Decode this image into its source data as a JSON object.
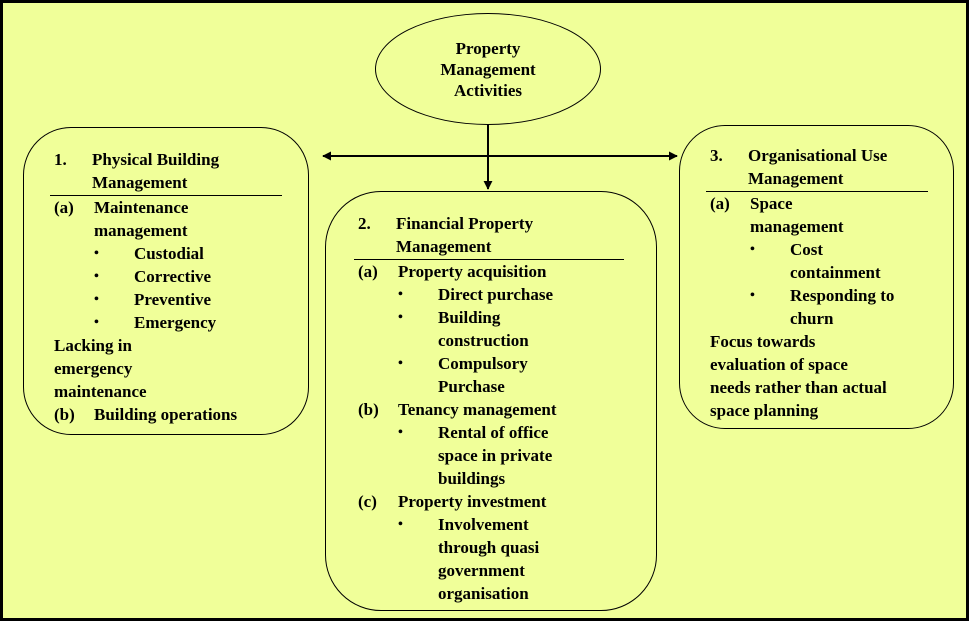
{
  "center": {
    "lines": [
      "Property",
      "Management",
      "Activities"
    ]
  },
  "box1": {
    "number": "1.",
    "title": [
      "Physical Building",
      "Management"
    ],
    "sections": [
      {
        "label": "(a)",
        "lines": [
          "Maintenance",
          "management"
        ],
        "bullets": [
          [
            "Custodial"
          ],
          [
            "Corrective"
          ],
          [
            "Preventive"
          ],
          [
            "Emergency"
          ]
        ]
      }
    ],
    "note": [
      "Lacking in",
      "emergency",
      "maintenance"
    ],
    "sections_after": [
      {
        "label": "(b)",
        "lines": [
          "Building operations"
        ],
        "bullets": []
      }
    ]
  },
  "box2": {
    "number": "2.",
    "title": [
      "Financial Property",
      "Management"
    ],
    "sections": [
      {
        "label": "(a)",
        "lines": [
          "Property acquisition"
        ],
        "bullets": [
          [
            "Direct purchase"
          ],
          [
            "Building",
            "construction"
          ],
          [
            "Compulsory",
            "Purchase"
          ]
        ]
      },
      {
        "label": "(b)",
        "lines": [
          "Tenancy management"
        ],
        "bullets": [
          [
            "Rental of office",
            "space in private",
            "buildings"
          ]
        ]
      },
      {
        "label": "(c)",
        "lines": [
          "Property investment"
        ],
        "bullets": [
          [
            "Involvement",
            "through quasi",
            "government",
            "organisation"
          ]
        ]
      }
    ]
  },
  "box3": {
    "number": "3.",
    "title": [
      "Organisational Use",
      "Management"
    ],
    "sections": [
      {
        "label": "(a)",
        "lines": [
          "Space",
          "management"
        ],
        "bullets": [
          [
            "Cost",
            "containment"
          ],
          [
            "Responding to",
            "churn"
          ]
        ]
      }
    ],
    "note": [
      "Focus towards",
      "evaluation of space",
      "needs rather than actual",
      "space planning"
    ]
  },
  "bullet_char": "•"
}
